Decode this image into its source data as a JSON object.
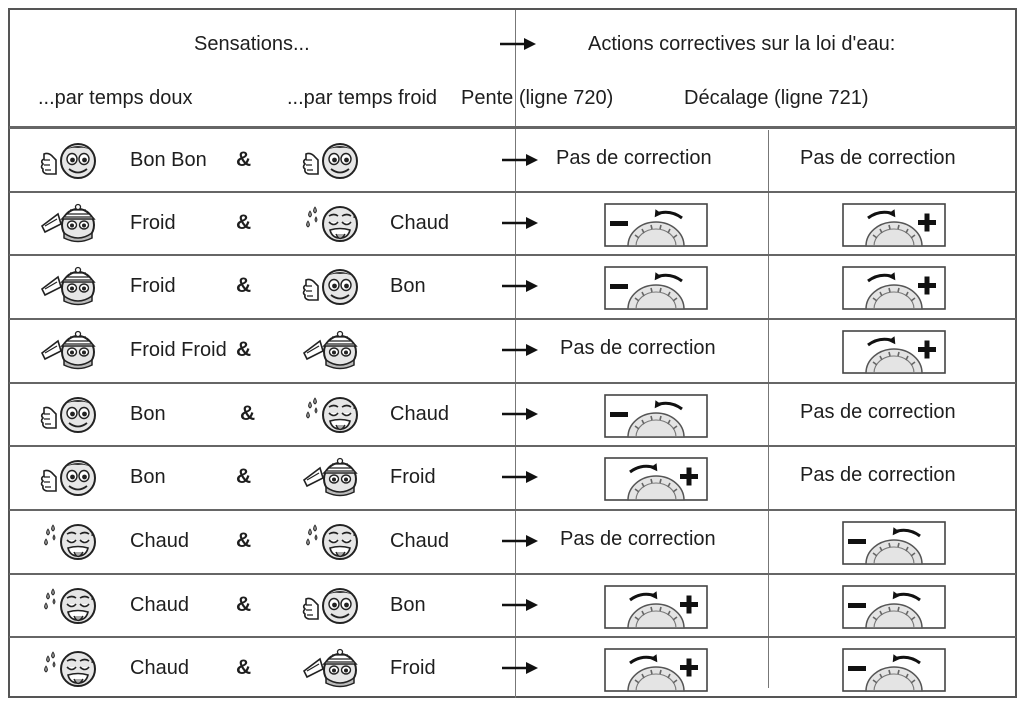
{
  "header": {
    "sensations": "Sensations...",
    "actions": "Actions correctives sur la loi d'eau:",
    "mild": "...par temps doux",
    "cold": "...par temps froid",
    "slope": "Pente (ligne 720)",
    "offset": "Décalage (ligne 721)"
  },
  "icons": {
    "bon": "thumbs-up-face",
    "froid": "cold-hat-face",
    "chaud": "sweating-face",
    "arrow": "right-arrow",
    "decrease": "dial-decrease",
    "increase": "dial-increase"
  },
  "rows": [
    {
      "mild_face": "bon",
      "mild_label": "Bon Bon",
      "amp": "&",
      "cold_face": "bon",
      "cold_label": "",
      "slope": "text",
      "slope_text": "Pas de correction",
      "offset": "text",
      "offset_text": "Pas de correction"
    },
    {
      "mild_face": "froid",
      "mild_label": "Froid",
      "amp": "&",
      "cold_face": "chaud",
      "cold_label": "Chaud",
      "slope": "decrease",
      "slope_text": "",
      "offset": "increase",
      "offset_text": ""
    },
    {
      "mild_face": "froid",
      "mild_label": "Froid",
      "amp": "&",
      "cold_face": "bon",
      "cold_label": "Bon",
      "slope": "decrease",
      "slope_text": "",
      "offset": "increase",
      "offset_text": ""
    },
    {
      "mild_face": "froid",
      "mild_label": "Froid Froid",
      "amp": "&",
      "cold_face": "froid",
      "cold_label": "",
      "slope": "text",
      "slope_text": "Pas de correction",
      "offset": "increase",
      "offset_text": ""
    },
    {
      "mild_face": "bon",
      "mild_label": "Bon",
      "amp": "&",
      "cold_face": "chaud",
      "cold_label": "Chaud",
      "slope": "decrease",
      "slope_text": "",
      "offset": "text",
      "offset_text": "Pas de correction"
    },
    {
      "mild_face": "bon",
      "mild_label": "Bon",
      "amp": "&",
      "cold_face": "froid",
      "cold_label": "Froid",
      "slope": "increase",
      "slope_text": "",
      "offset": "text",
      "offset_text": "Pas de correction"
    },
    {
      "mild_face": "chaud",
      "mild_label": "Chaud",
      "amp": "&",
      "cold_face": "chaud",
      "cold_label": "Chaud",
      "slope": "text",
      "slope_text": "Pas de correction",
      "offset": "decrease",
      "offset_text": ""
    },
    {
      "mild_face": "chaud",
      "mild_label": "Chaud",
      "amp": "&",
      "cold_face": "bon",
      "cold_label": "Bon",
      "slope": "increase",
      "slope_text": "",
      "offset": "decrease",
      "offset_text": ""
    },
    {
      "mild_face": "chaud",
      "mild_label": "Chaud",
      "amp": "&",
      "cold_face": "froid",
      "cold_label": "Froid",
      "slope": "increase",
      "slope_text": "",
      "offset": "decrease",
      "offset_text": ""
    }
  ]
}
